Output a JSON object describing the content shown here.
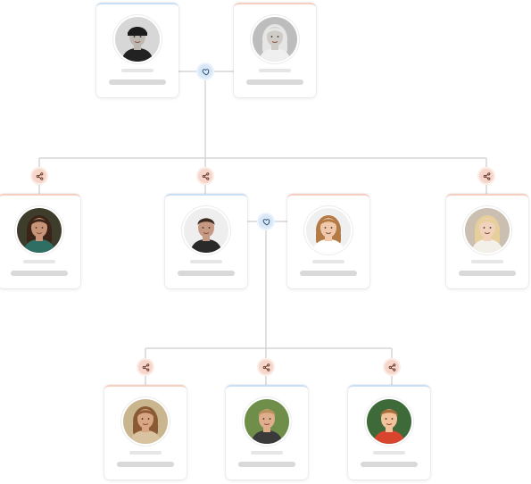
{
  "colors": {
    "connector": "#d6d6d6",
    "male_accent": "#c9dff5",
    "female_accent": "#f6cfc0",
    "heart_badge": "#d8e8f9",
    "share_badge": "#f6d6ca"
  },
  "people": [
    {
      "id": "grandpa",
      "gender": "male",
      "hair": "#1c1c1c",
      "hat": true,
      "shirt": "#222222",
      "bg": "#d7d7d7",
      "skin": "#bdb7b1"
    },
    {
      "id": "grandma",
      "gender": "female",
      "hair": "#e6e6e6",
      "shirt": "#efefef",
      "bg": "#bdbdbd",
      "skin": "#cfcbc7"
    },
    {
      "id": "aunt",
      "gender": "female",
      "hair": "#3a2418",
      "shirt": "#2f6f63",
      "bg": "#3e3d2b",
      "skin": "#c89478"
    },
    {
      "id": "father",
      "gender": "male",
      "hair": "#3a2a22",
      "shirt": "#2a2a2a",
      "bg": "#eeeeee",
      "skin": "#c69a82"
    },
    {
      "id": "mother",
      "gender": "female",
      "hair": "#b47a45",
      "shirt": "#ffffff",
      "bg": "#f0f0f0",
      "skin": "#f0c8ac"
    },
    {
      "id": "uncle-in-law",
      "gender": "female",
      "hair": "#e6cf9a",
      "shirt": "#f3f0ea",
      "bg": "#cbbfb1",
      "skin": "#f1d3bd"
    },
    {
      "id": "daughter",
      "gender": "female",
      "hair": "#8a5a35",
      "shirt": "#d8c29f",
      "bg": "#c9b58e",
      "skin": "#d9a684"
    },
    {
      "id": "son-teen",
      "gender": "male",
      "hair": "#b99461",
      "shirt": "#3a3a3a",
      "bg": "#6e8e4a",
      "skin": "#e0ae8c"
    },
    {
      "id": "son-child",
      "gender": "male",
      "hair": "#a86f3d",
      "shirt": "#d8452f",
      "bg": "#3e6a3a",
      "skin": "#f2c39b"
    }
  ],
  "badges": [
    {
      "kind": "heart",
      "icon": "heart-icon"
    },
    {
      "kind": "share",
      "icon": "share-icon"
    },
    {
      "kind": "share",
      "icon": "share-icon"
    },
    {
      "kind": "share",
      "icon": "share-icon"
    },
    {
      "kind": "heart",
      "icon": "heart-icon"
    },
    {
      "kind": "share",
      "icon": "share-icon"
    },
    {
      "kind": "share",
      "icon": "share-icon"
    },
    {
      "kind": "share",
      "icon": "share-icon"
    }
  ]
}
